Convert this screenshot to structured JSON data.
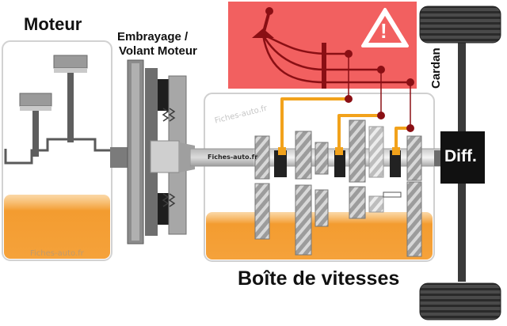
{
  "labels": {
    "engine": "Moteur",
    "clutch_line1": "Embrayage /",
    "clutch_line2": "Volant Moteur",
    "gearbox": "Boîte de vitesses",
    "driveshaft": "Cardan",
    "differential": "Diff.",
    "warning_symbol": "!"
  },
  "watermarks": {
    "engine": "Fiches-auto.fr",
    "gearbox": "Fiches-auto.fr",
    "shaft": "Fiches-auto.fr"
  },
  "icons": [
    "warning-triangle-icon",
    "gear-lever-icon"
  ],
  "colors": {
    "oil": "#f39c30",
    "warning_zone": "#f26060",
    "selector_rods": "#f2a21b",
    "linkage": "#8a0f14",
    "differential": "#111111"
  }
}
